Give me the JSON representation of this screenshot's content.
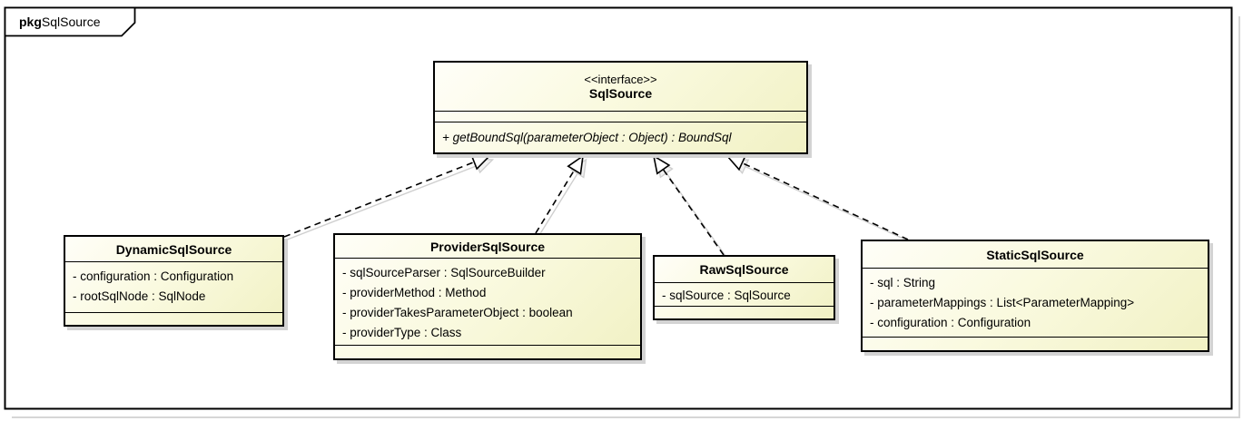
{
  "package": {
    "keyword": "pkg",
    "name": "SqlSource"
  },
  "interface": {
    "stereotype": "<<interface>>",
    "name": "SqlSource",
    "operations": [
      "+ getBoundSql(parameterObject : Object) : BoundSql"
    ]
  },
  "classes": [
    {
      "name": "DynamicSqlSource",
      "attributes": [
        "- configuration : Configuration",
        "- rootSqlNode : SqlNode"
      ]
    },
    {
      "name": "ProviderSqlSource",
      "attributes": [
        "- sqlSourceParser : SqlSourceBuilder",
        "- providerMethod : Method",
        "- providerTakesParameterObject : boolean",
        "- providerType : Class"
      ]
    },
    {
      "name": "RawSqlSource",
      "attributes": [
        "- sqlSource : SqlSource"
      ]
    },
    {
      "name": "StaticSqlSource",
      "attributes": [
        "- sql : String",
        "- parameterMappings : List<ParameterMapping>",
        "- configuration : Configuration"
      ]
    }
  ],
  "relationships": [
    {
      "from": "DynamicSqlSource",
      "to": "SqlSource",
      "type": "realization"
    },
    {
      "from": "ProviderSqlSource",
      "to": "SqlSource",
      "type": "realization"
    },
    {
      "from": "RawSqlSource",
      "to": "SqlSource",
      "type": "realization"
    },
    {
      "from": "StaticSqlSource",
      "to": "SqlSource",
      "type": "realization"
    }
  ],
  "colors": {
    "box_fill_top": "#fffef8",
    "box_fill_bottom": "#f1f1c4",
    "box_border": "#000000",
    "shadow": "#d3d3d3",
    "background": "#ffffff"
  }
}
